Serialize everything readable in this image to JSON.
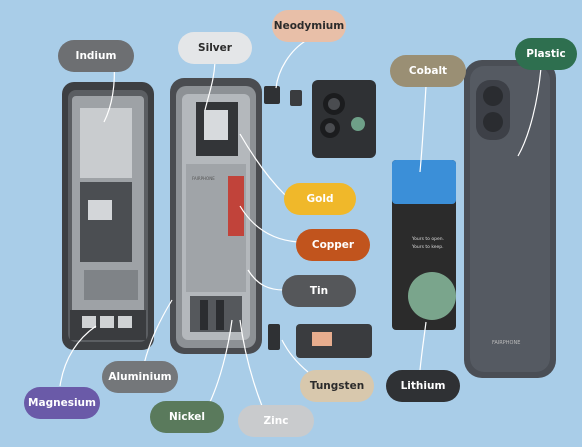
{
  "labels": {
    "indium": {
      "text": "Indium",
      "color": "#6d6f72",
      "text_color": "#ffffff"
    },
    "silver": {
      "text": "Silver",
      "color": "#e4e6e8",
      "text_color": "#2b2b2b"
    },
    "neodymium": {
      "text": "Neodymium",
      "color": "#e8bfa8",
      "text_color": "#2b2b2b"
    },
    "cobalt": {
      "text": "Cobalt",
      "color": "#9a8f74",
      "text_color": "#ffffff"
    },
    "plastic": {
      "text": "Plastic",
      "color": "#2e6f4f",
      "text_color": "#ffffff"
    },
    "gold": {
      "text": "Gold",
      "color": "#f0b82a",
      "text_color": "#ffffff"
    },
    "copper": {
      "text": "Copper",
      "color": "#c1541d",
      "text_color": "#ffffff"
    },
    "tin": {
      "text": "Tin",
      "color": "#55575a",
      "text_color": "#ffffff"
    },
    "tungsten": {
      "text": "Tungsten",
      "color": "#d8c8ad",
      "text_color": "#2b2b2b"
    },
    "lithium": {
      "text": "Lithium",
      "color": "#2f3134",
      "text_color": "#ffffff"
    },
    "aluminium": {
      "text": "Aluminium",
      "color": "#74777a",
      "text_color": "#ffffff"
    },
    "magnesium": {
      "text": "Magnesium",
      "color": "#6a5aa8",
      "text_color": "#ffffff"
    },
    "nickel": {
      "text": "Nickel",
      "color": "#5a7a5c",
      "text_color": "#ffffff"
    },
    "zinc": {
      "text": "Zinc",
      "color": "#c9cbcd",
      "text_color": "#ffffff"
    }
  },
  "battery": {
    "text_top": "Yours to open.",
    "text_bottom": "Yours to keep.",
    "colors": {
      "blue": "#3b8fd8",
      "dark": "#2b2b2b",
      "green": "#7aa58c"
    }
  },
  "brand_text": "FAIRPHONE",
  "back_cover_color": "#4a4e55"
}
